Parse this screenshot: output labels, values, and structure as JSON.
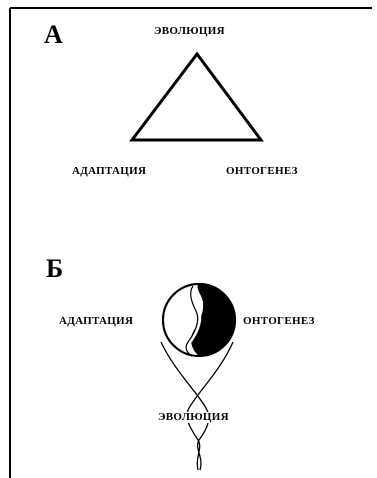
{
  "panel_a": {
    "letter": "А",
    "top_label": "ЭВОЛЮЦИЯ",
    "left_label": "АДАПТАЦИЯ",
    "right_label": "ОНТОГЕНЕЗ"
  },
  "panel_b": {
    "letter": "Б",
    "left_label": "АДАПТАЦИЯ",
    "right_label": "ОНТОГЕНЕЗ",
    "bottom_label": "ЭВОЛЮЦИЯ"
  },
  "colors": {
    "ink": "#000000",
    "background": "#ffffff"
  }
}
